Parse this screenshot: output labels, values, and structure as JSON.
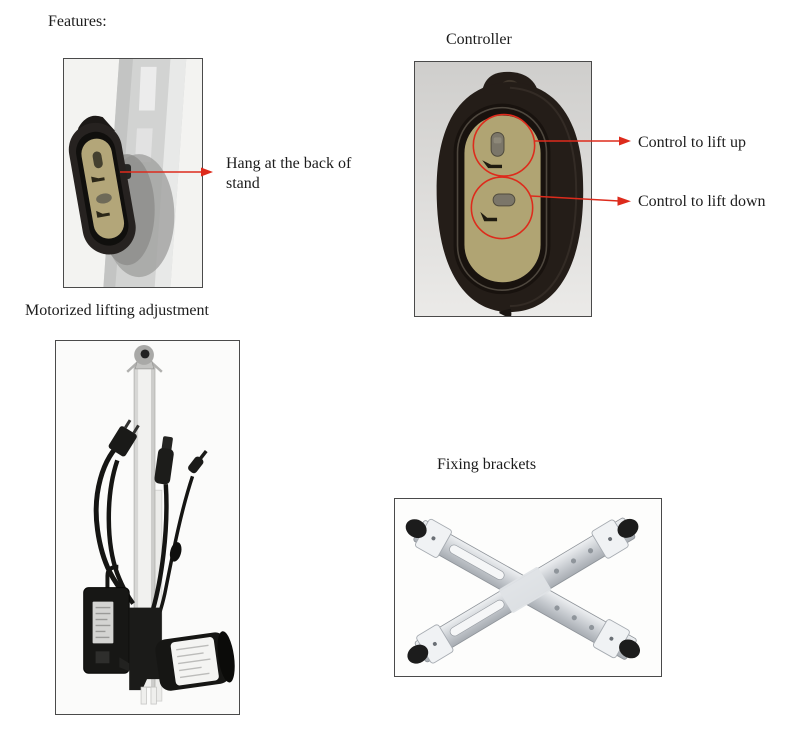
{
  "page": {
    "heading": "Features:",
    "background": "#ffffff"
  },
  "colors": {
    "text": "#1c1c1c",
    "arrow_red": "#dd2b1c",
    "photo_border": "#4a4a4a",
    "controller_face": "#b0a473",
    "controller_body": "#241d18",
    "stand_gray": "#d2d3d2",
    "bracket_metal": "#c6cacf"
  },
  "captions": {
    "controller": "Controller",
    "motor": "Motorized lifting adjustment",
    "brackets": "Fixing brackets"
  },
  "callouts": {
    "hang": {
      "lines": [
        "Hang at the back of",
        "stand"
      ]
    },
    "lift_up": "Control to lift up",
    "lift_down": "Control to lift down"
  }
}
